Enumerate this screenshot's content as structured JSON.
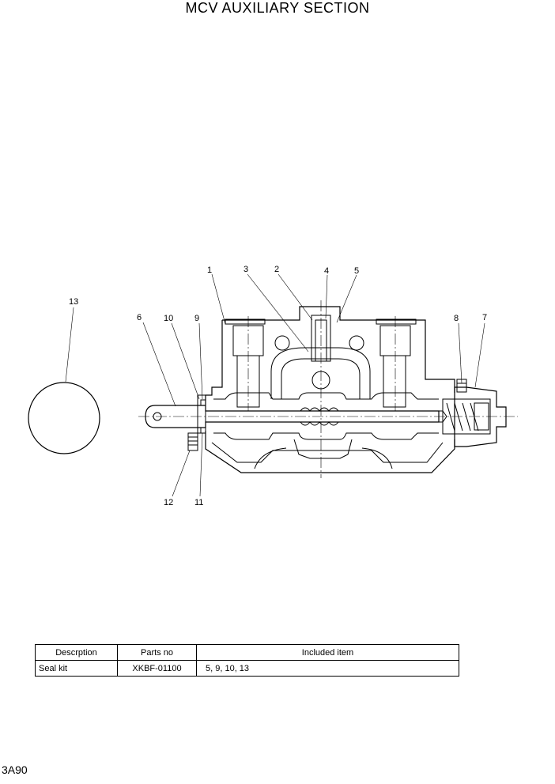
{
  "title": "MCV AUXILIARY SECTION",
  "callouts": {
    "c1": "1",
    "c2": "2",
    "c3": "3",
    "c4": "4",
    "c5": "5",
    "c6": "6",
    "c7": "7",
    "c8": "8",
    "c9": "9",
    "c10": "10",
    "c11": "11",
    "c12": "12",
    "c13": "13"
  },
  "table": {
    "headers": [
      "Descrption",
      "Parts no",
      "Included item"
    ],
    "rows": [
      [
        "Seal kit",
        "XKBF-01100",
        "5, 9, 10, 13"
      ]
    ]
  },
  "page_code": "3A90"
}
